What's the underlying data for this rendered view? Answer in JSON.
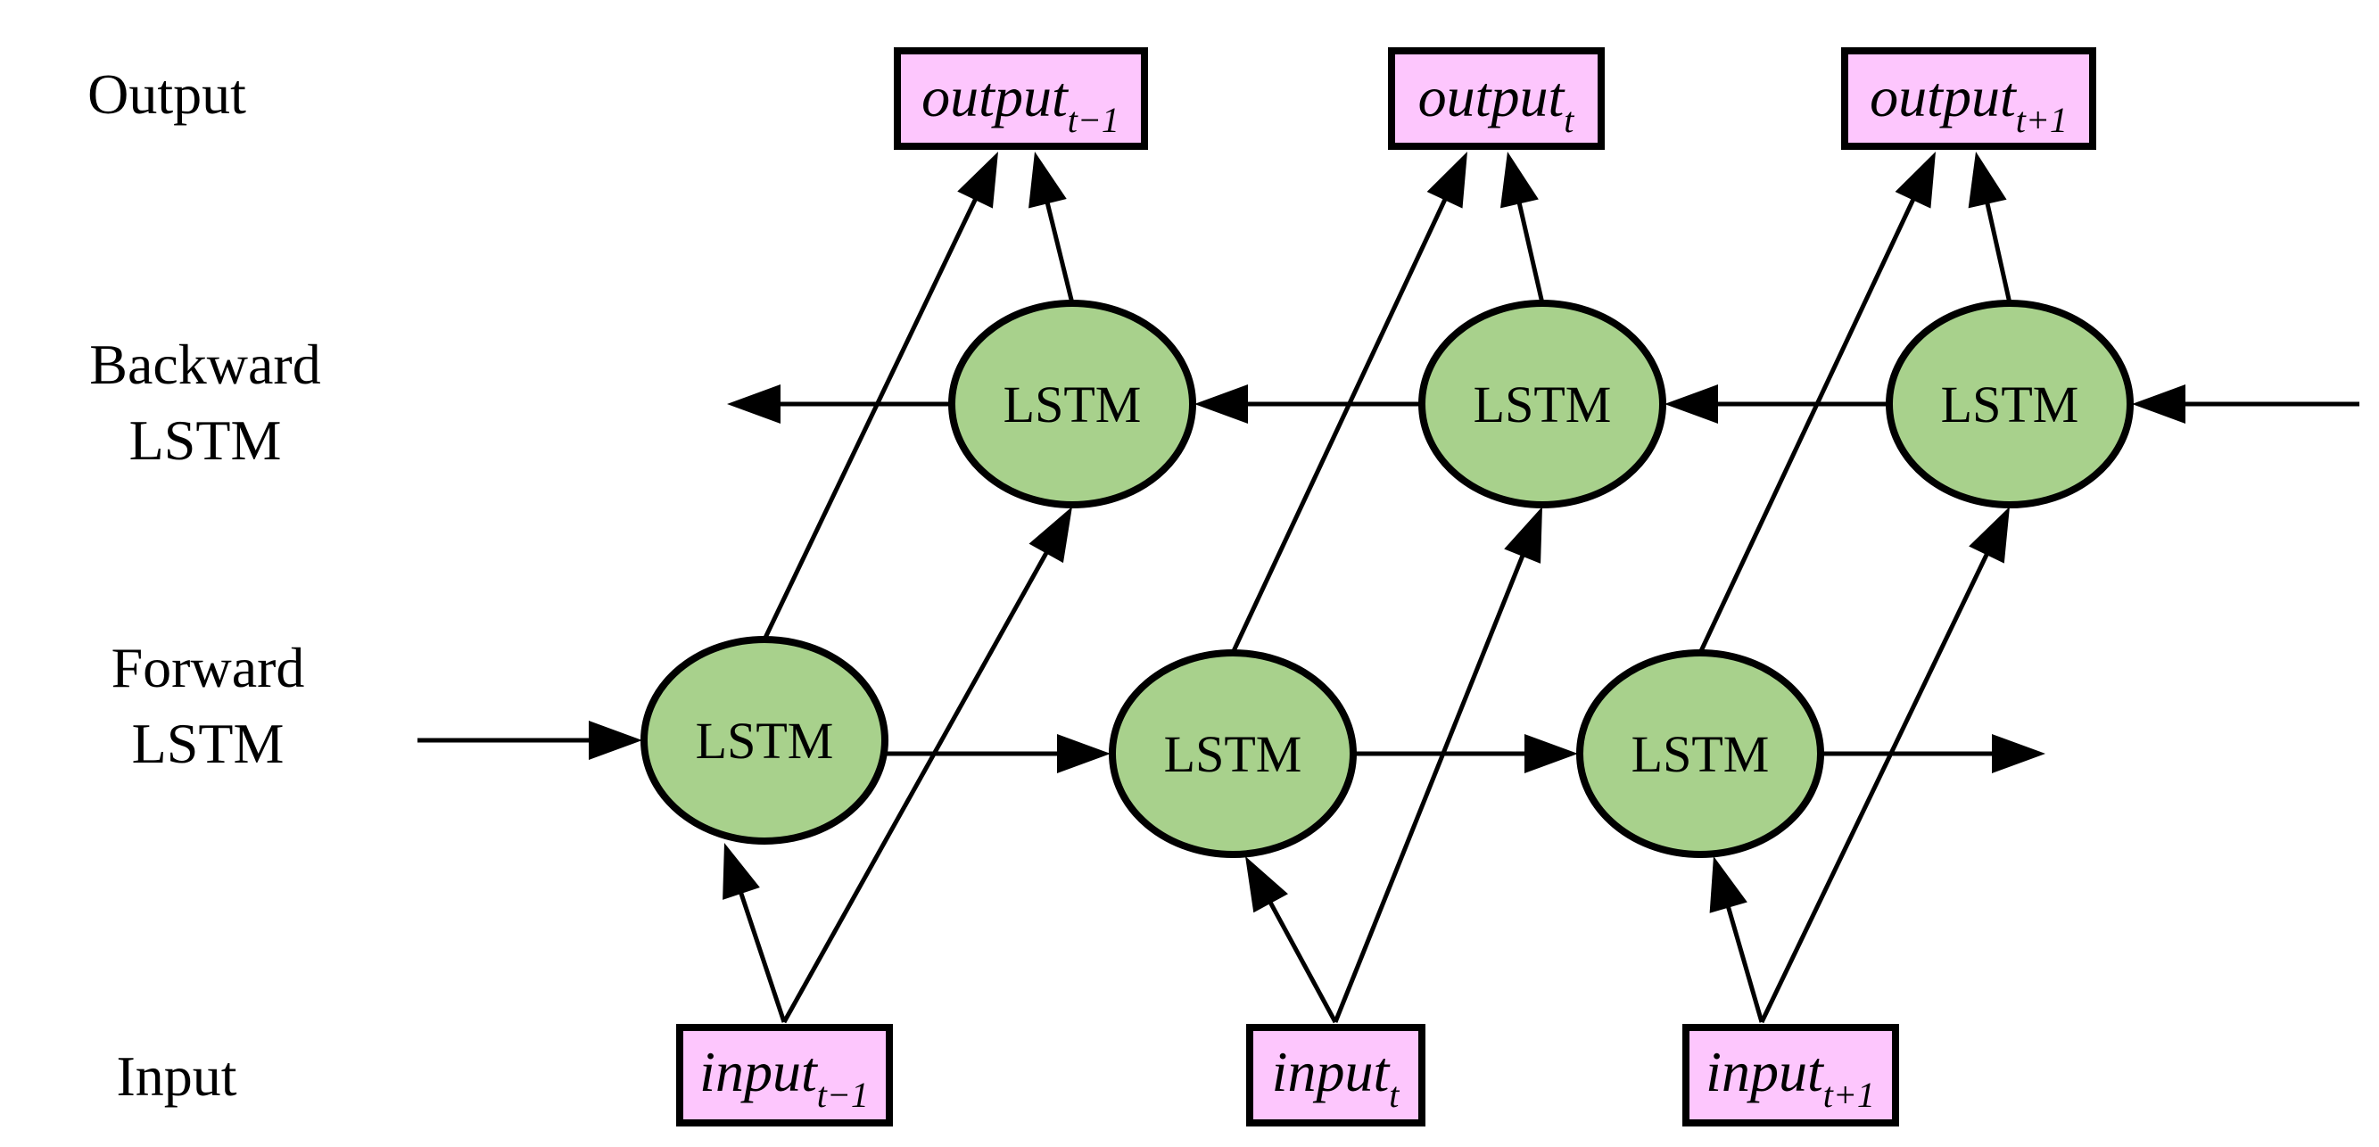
{
  "row_labels": {
    "output": [
      "Output"
    ],
    "backward": [
      "Backward",
      "LSTM"
    ],
    "forward": [
      "Forward",
      "LSTM"
    ],
    "input": [
      "Input"
    ]
  },
  "cell_label": "LSTM",
  "outputs": [
    {
      "main": "output",
      "sub": "t−1"
    },
    {
      "main": "output",
      "sub": "t"
    },
    {
      "main": "output",
      "sub": "t+1"
    }
  ],
  "inputs": [
    {
      "main": "input",
      "sub": "t−1"
    },
    {
      "main": "input",
      "sub": "t"
    },
    {
      "main": "input",
      "sub": "t+1"
    }
  ],
  "colors": {
    "cell_fill": "#a8d18c",
    "io_fill": "#fdc6fd",
    "stroke": "#000000"
  }
}
